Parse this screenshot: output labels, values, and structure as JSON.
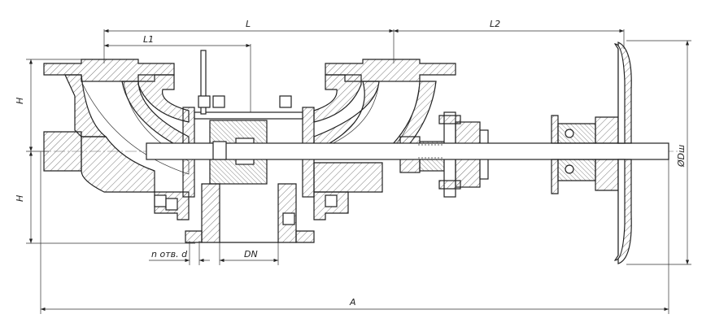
{
  "drawing": {
    "labels": {
      "L": "L",
      "L1": "L1",
      "L2": "L2",
      "H_upper": "H",
      "H_lower": "H",
      "holes": "n отв. d",
      "DN": "DN",
      "A": "A",
      "Dw": "ØDш"
    },
    "colors": {
      "line": "#222222",
      "hatch": "#555555",
      "background": "#ffffff"
    }
  }
}
